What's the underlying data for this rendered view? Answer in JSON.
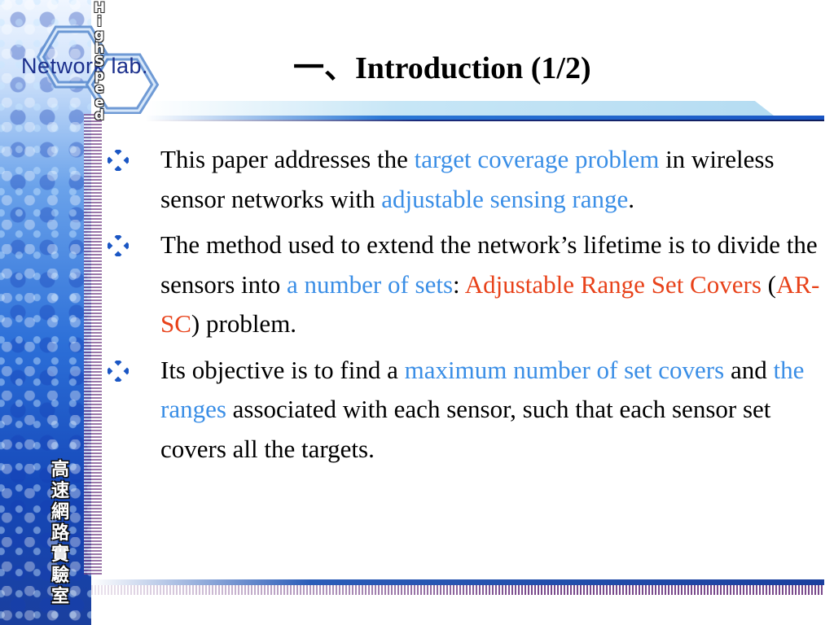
{
  "branding": {
    "logo_text": "Network lab.",
    "vertical_text_top": [
      "H",
      "i",
      "g",
      "h",
      "S",
      "p",
      "e",
      "e",
      "d"
    ],
    "vertical_text_bottom": [
      "高",
      "速",
      "網",
      "路",
      "實",
      "驗",
      "室"
    ]
  },
  "slide": {
    "title": "一、Introduction (1/2)",
    "bullets": [
      {
        "segments": [
          {
            "text": "This paper addresses the ",
            "style": "normal"
          },
          {
            "text": "target coverage problem",
            "style": "blue"
          },
          {
            "text": " in wireless sensor networks with ",
            "style": "normal"
          },
          {
            "text": "adjustable sensing range",
            "style": "blue"
          },
          {
            "text": ".",
            "style": "normal"
          }
        ]
      },
      {
        "segments": [
          {
            "text": "The method used to extend the network’s lifetime is to divide the sensors into ",
            "style": "normal"
          },
          {
            "text": "a number of sets",
            "style": "blue"
          },
          {
            "text": ": ",
            "style": "normal"
          },
          {
            "text": "Adjustable Range Set Covers",
            "style": "red"
          },
          {
            "text": " (",
            "style": "normal"
          },
          {
            "text": "AR-SC",
            "style": "red"
          },
          {
            "text": ") problem.",
            "style": "normal"
          }
        ]
      },
      {
        "segments": [
          {
            "text": "Its objective is to find a ",
            "style": "normal"
          },
          {
            "text": "maximum number of set covers",
            "style": "blue"
          },
          {
            "text": " and ",
            "style": "normal"
          },
          {
            "text": "the ranges",
            "style": "blue"
          },
          {
            "text": " associated with each sensor, such that each sensor set covers all the targets.",
            "style": "normal"
          }
        ]
      }
    ]
  },
  "colors": {
    "highlight_blue": "#3a8ee6",
    "highlight_red": "#e8421a",
    "bullet_icon": "#1a56c4"
  },
  "icons": {
    "bullet": "four-diamond-bullet-icon"
  }
}
